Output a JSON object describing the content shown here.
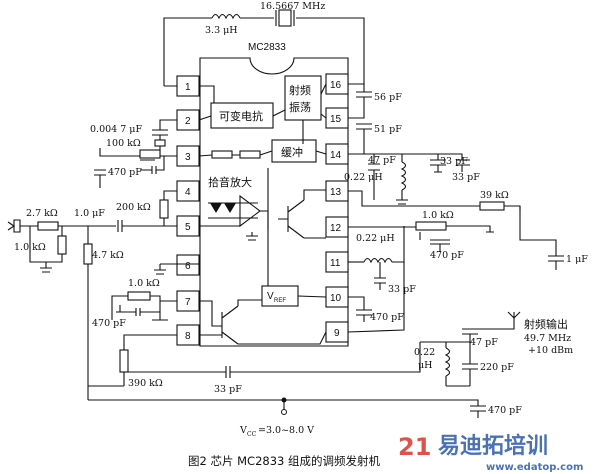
{
  "chip": {
    "name": "MC2833",
    "left_pins": [
      "1",
      "2",
      "3",
      "4",
      "5",
      "6",
      "7",
      "8"
    ],
    "right_pins": [
      "16",
      "15",
      "14",
      "13",
      "12",
      "11",
      "10",
      "9"
    ],
    "blocks": {
      "varactor": "可变电抗",
      "rf_osc_line1": "射频",
      "rf_osc_line2": "振荡",
      "buffer": "缓冲",
      "mic_amp": "拾音放大",
      "vref": "V",
      "vref_sub": "REF"
    }
  },
  "labels": {
    "crystal": "16.5667 MHz",
    "l_top": "3.3 μH",
    "c_56": "56 pF",
    "c_51": "51 pF",
    "c_0047": "0.004 7 μF",
    "r_100k": "100 kΩ",
    "c_470_p3": "470 pF",
    "r_200k": "200 kΩ",
    "c_1u_in": "1.0 μF",
    "r_27k": "2.7 kΩ",
    "r_10k_in": "1.0 kΩ",
    "r_47k": "4.7 kΩ",
    "c_47_14": "47 pF",
    "l_022_14": "0.22 μH",
    "c_33_a": "33 pF",
    "c_33_b": "33 pF",
    "r_39k": "39 kΩ",
    "r_10k_12": "1.0 kΩ",
    "l_022_11": "0.22 μH",
    "c_470_12": "470 pF",
    "c_1u_out": "1 μF",
    "c_33_11": "33 pF",
    "c_470_10": "470 pF",
    "r_10k_7": "1.0 kΩ",
    "c_470_7": "470 pF",
    "r_390k": "390 kΩ",
    "c_33_bot": "33 pF",
    "l_022_out": "0.22",
    "l_022_out_unit": "μH",
    "c_47_out": "47 pF",
    "c_220_out": "220 pF",
    "rf_out_title": "射频输出",
    "rf_out_freq": "49.7 MHz",
    "rf_out_power": "+10 dBm",
    "c_470_vcc": "470 pF",
    "vcc": "V",
    "vcc_sub": "CC",
    "vcc_range": "=3.0~8.0 V"
  },
  "caption": "图2   芯片 MC2833 组成的调频发射机",
  "watermark": {
    "num": "21",
    "cn": "易迪拓培训",
    "url": "www.edatop.com"
  },
  "colors": {
    "ink": "#111111",
    "watermark_red": "#d8342c",
    "watermark_blue": "#2a59a8"
  }
}
